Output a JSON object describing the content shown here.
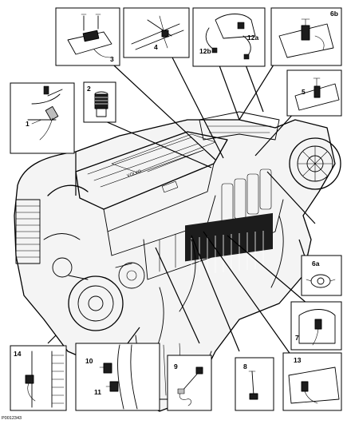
{
  "callouts": {
    "c1": "1",
    "c2": "2",
    "c3": "3",
    "c4": "4",
    "c5": "5",
    "c6a": "6a",
    "c6b": "6b",
    "c7": "7",
    "c8": "8",
    "c9": "9",
    "c10": "10",
    "c11": "11",
    "c12a": "12a",
    "c12b": "12b",
    "c13": "13",
    "c14": "14"
  },
  "figure_id": "P0012343"
}
